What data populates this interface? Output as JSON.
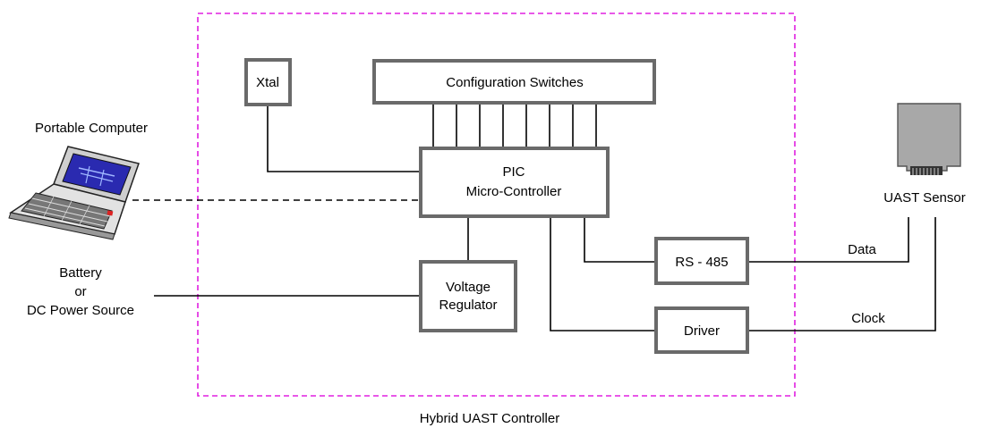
{
  "diagram": {
    "boundary_label": "Hybrid UAST Controller",
    "blocks": {
      "xtal": "Xtal",
      "config_switches": "Configuration Switches",
      "pic_line1": "PIC",
      "pic_line2": "Micro-Controller",
      "voltage_line1": "Voltage",
      "voltage_line2": "Regulator",
      "rs485": "RS - 485",
      "driver": "Driver"
    },
    "external": {
      "portable_computer": "Portable Computer",
      "power_line1": "Battery",
      "power_line2": "or",
      "power_line3": "DC Power Source",
      "uast_sensor": "UAST Sensor"
    },
    "signals": {
      "data": "Data",
      "clock": "Clock"
    }
  },
  "colors": {
    "boundary": "#e020e0",
    "block_border": "#6a6a6a",
    "wire": "#000000",
    "sensor_body": "#a8a8a8",
    "laptop_screen": "#2a2ab0"
  }
}
